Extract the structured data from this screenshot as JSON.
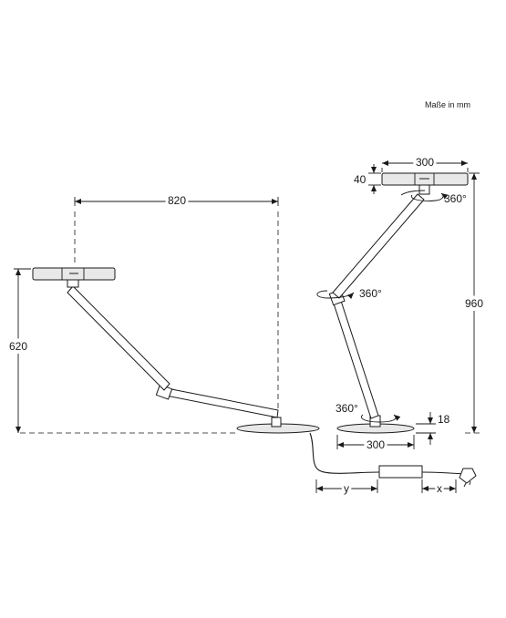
{
  "units_note": "Maße in mm",
  "dimensions": {
    "reach": "820",
    "height_extended": "620",
    "height_upright": "960",
    "head_width": "300",
    "head_height": "40",
    "base_width": "300",
    "base_height": "18",
    "cable_y": "y",
    "cable_x": "x"
  },
  "rotations": {
    "head": "360°",
    "elbow": "360°",
    "base": "360°"
  }
}
